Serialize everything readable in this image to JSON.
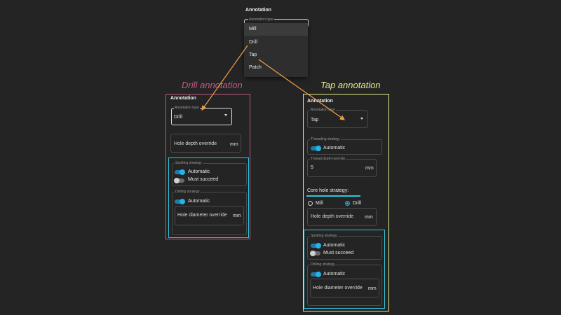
{
  "colors": {
    "background": "#242424",
    "drill_frame": "#c05a86",
    "tap_frame": "#e3ec8a",
    "highlight_frame": "#30c6dc",
    "arrow": "#f0a04a",
    "toggle_on": "#26b2ea"
  },
  "top_menu": {
    "title": "Annotation",
    "field_label": "Annotation type",
    "options": [
      "Mill",
      "Drill",
      "Tap",
      "Patch"
    ],
    "highlighted_option": "Mill"
  },
  "drill_panel": {
    "heading": "Drill annotation",
    "title": "Annotation",
    "annotation_type_label": "Annotation type",
    "annotation_type_value": "Drill",
    "hole_depth_placeholder": "Hole depth override",
    "hole_depth_unit": "mm",
    "spotting_label": "Spotting strategy",
    "spotting_automatic": "Automatic",
    "spotting_automatic_on": true,
    "spotting_must_succeed": "Must succeed",
    "spotting_must_succeed_on": false,
    "drilling_label": "Drilling strategy",
    "drilling_automatic": "Automatic",
    "drilling_automatic_on": true,
    "hole_diameter_placeholder": "Hole diameter override",
    "hole_diameter_unit": "mm"
  },
  "tap_panel": {
    "heading": "Tap annotation",
    "title": "Annotation",
    "annotation_type_label": "Annotation type",
    "annotation_type_value": "Tap",
    "threading_label": "Threading strategy",
    "threading_automatic": "Automatic",
    "threading_automatic_on": true,
    "thread_depth_label": "Thread depth override",
    "thread_depth_value": "5",
    "thread_depth_unit": "mm",
    "core_hole_label": "Core hole strategy:",
    "core_hole_options": [
      "Mill",
      "Drill"
    ],
    "core_hole_selected": "Drill",
    "hole_depth_placeholder": "Hole depth override",
    "hole_depth_unit": "mm",
    "spotting_label": "Spotting strategy",
    "spotting_automatic": "Automatic",
    "spotting_automatic_on": true,
    "spotting_must_succeed": "Must succeed",
    "spotting_must_succeed_on": false,
    "drilling_label": "Drilling strategy",
    "drilling_automatic": "Automatic",
    "drilling_automatic_on": true,
    "hole_diameter_placeholder": "Hole diameter override",
    "hole_diameter_unit": "mm"
  }
}
